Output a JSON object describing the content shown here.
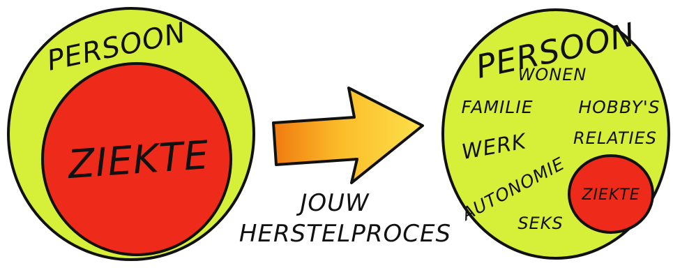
{
  "colors": {
    "outer": "#d6f03a",
    "inner": "#ee2a1a",
    "ink": "#111111",
    "arrow_light": "#fde04a",
    "arrow_dark": "#f07a10"
  },
  "left": {
    "outer_label": "PERSOON",
    "inner_label": "ZIEKTE"
  },
  "arrow": {
    "caption_line1": "JOUW",
    "caption_line2": "HERSTELPROCES"
  },
  "right": {
    "outer_label": "PERSOON",
    "items": {
      "wonen": "WONEN",
      "familie": "FAMILIE",
      "hobbys": "HOBBY'S",
      "werk": "WERK",
      "relaties": "RELATIES",
      "autonomie": "AUTONOMIE",
      "seks": "SEKS"
    },
    "inner_label": "ZIEKTE"
  }
}
